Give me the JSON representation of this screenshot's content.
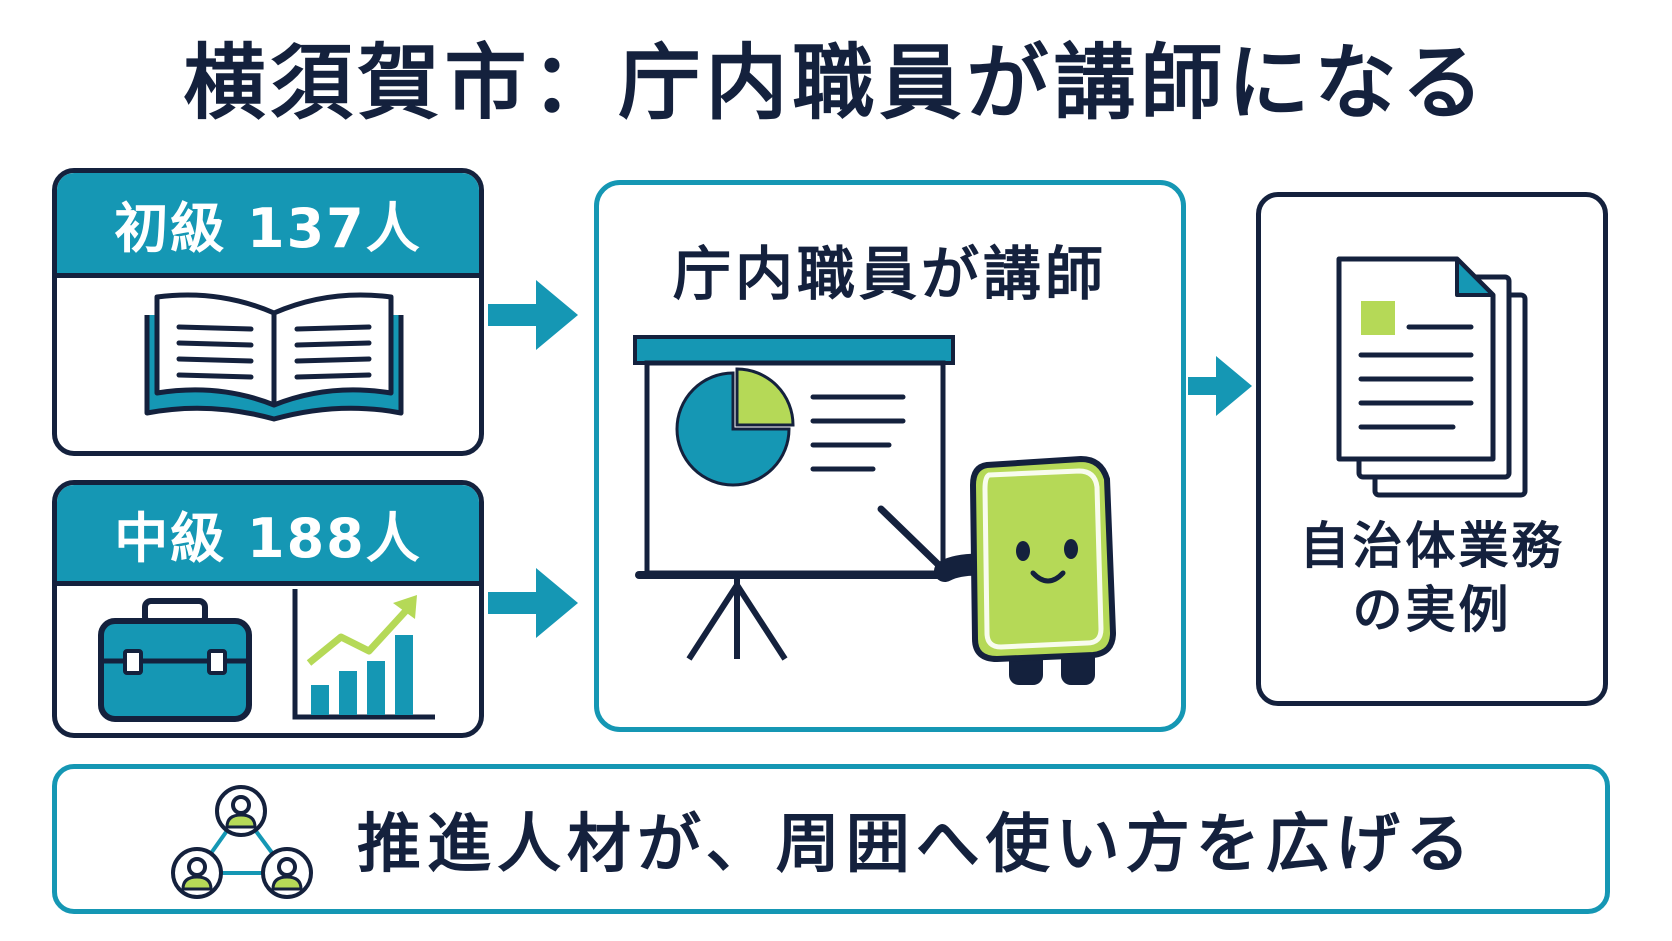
{
  "title": "横須賀市：庁内職員が講師になる",
  "cards": {
    "basic": {
      "label": "初級 137人"
    },
    "intermediate": {
      "label": "中級 188人"
    }
  },
  "center": {
    "title": "庁内職員が講師"
  },
  "result": {
    "line1": "自治体業務",
    "line2": "の実例"
  },
  "footer": {
    "text": "推進人材が、周囲へ使い方を広げる"
  },
  "colors": {
    "navy": "#14213d",
    "teal": "#1597b4",
    "lime": "#b5d957",
    "white": "#ffffff"
  },
  "icons": [
    "open-book-icon",
    "briefcase-icon",
    "growth-chart-icon",
    "presentation-board-icon",
    "mascot-character",
    "documents-stack-icon",
    "people-network-icon"
  ]
}
